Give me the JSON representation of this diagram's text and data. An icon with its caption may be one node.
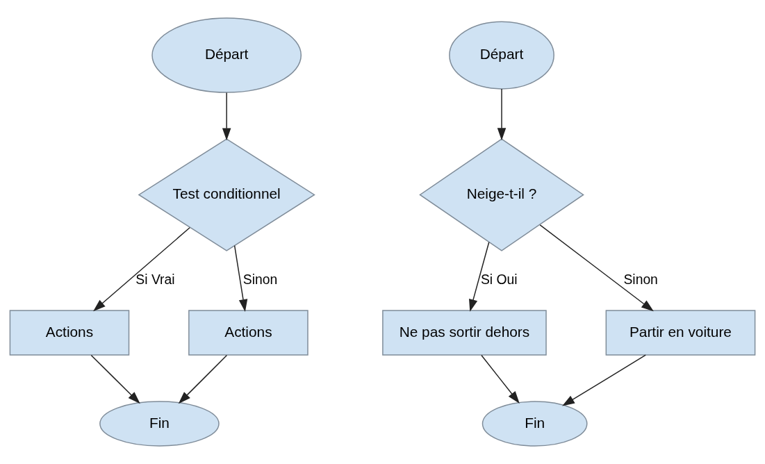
{
  "diagram": {
    "nodes": [
      {
        "text": [
          "Départ"
        ]
      },
      {
        "text": [
          "Test conditionnel"
        ]
      },
      {
        "text": [
          "Actions"
        ]
      },
      {
        "text": [
          "Actions"
        ]
      },
      {
        "text": [
          "Fin"
        ]
      },
      {
        "text": [
          "Départ"
        ]
      },
      {
        "text": [
          "Neige-t-il ?"
        ]
      },
      {
        "text": [
          "Ne pas sortir dehors"
        ]
      },
      {
        "text": [
          "Partir en voiture"
        ]
      },
      {
        "text": [
          "Fin"
        ]
      }
    ],
    "edges": [
      {
        "from": 0,
        "to": 1,
        "arrow": "to"
      },
      {
        "from": 1,
        "to": 2,
        "arrow": "to",
        "label": "Si Vrai"
      },
      {
        "from": 1,
        "to": 3,
        "arrow": "to",
        "label": "Sinon"
      },
      {
        "from": 2,
        "to": 4,
        "arrow": "to"
      },
      {
        "from": 3,
        "to": 4,
        "arrow": "to"
      },
      {
        "from": 5,
        "to": 6,
        "arrow": "to"
      },
      {
        "from": 6,
        "to": 7,
        "arrow": "to",
        "label": "Si Oui"
      },
      {
        "from": 6,
        "to": 8,
        "arrow": "to",
        "label": "Sinon"
      },
      {
        "from": 7,
        "to": 9,
        "arrow": "to"
      },
      {
        "from": 8,
        "to": 9,
        "arrow": "to"
      }
    ]
  }
}
